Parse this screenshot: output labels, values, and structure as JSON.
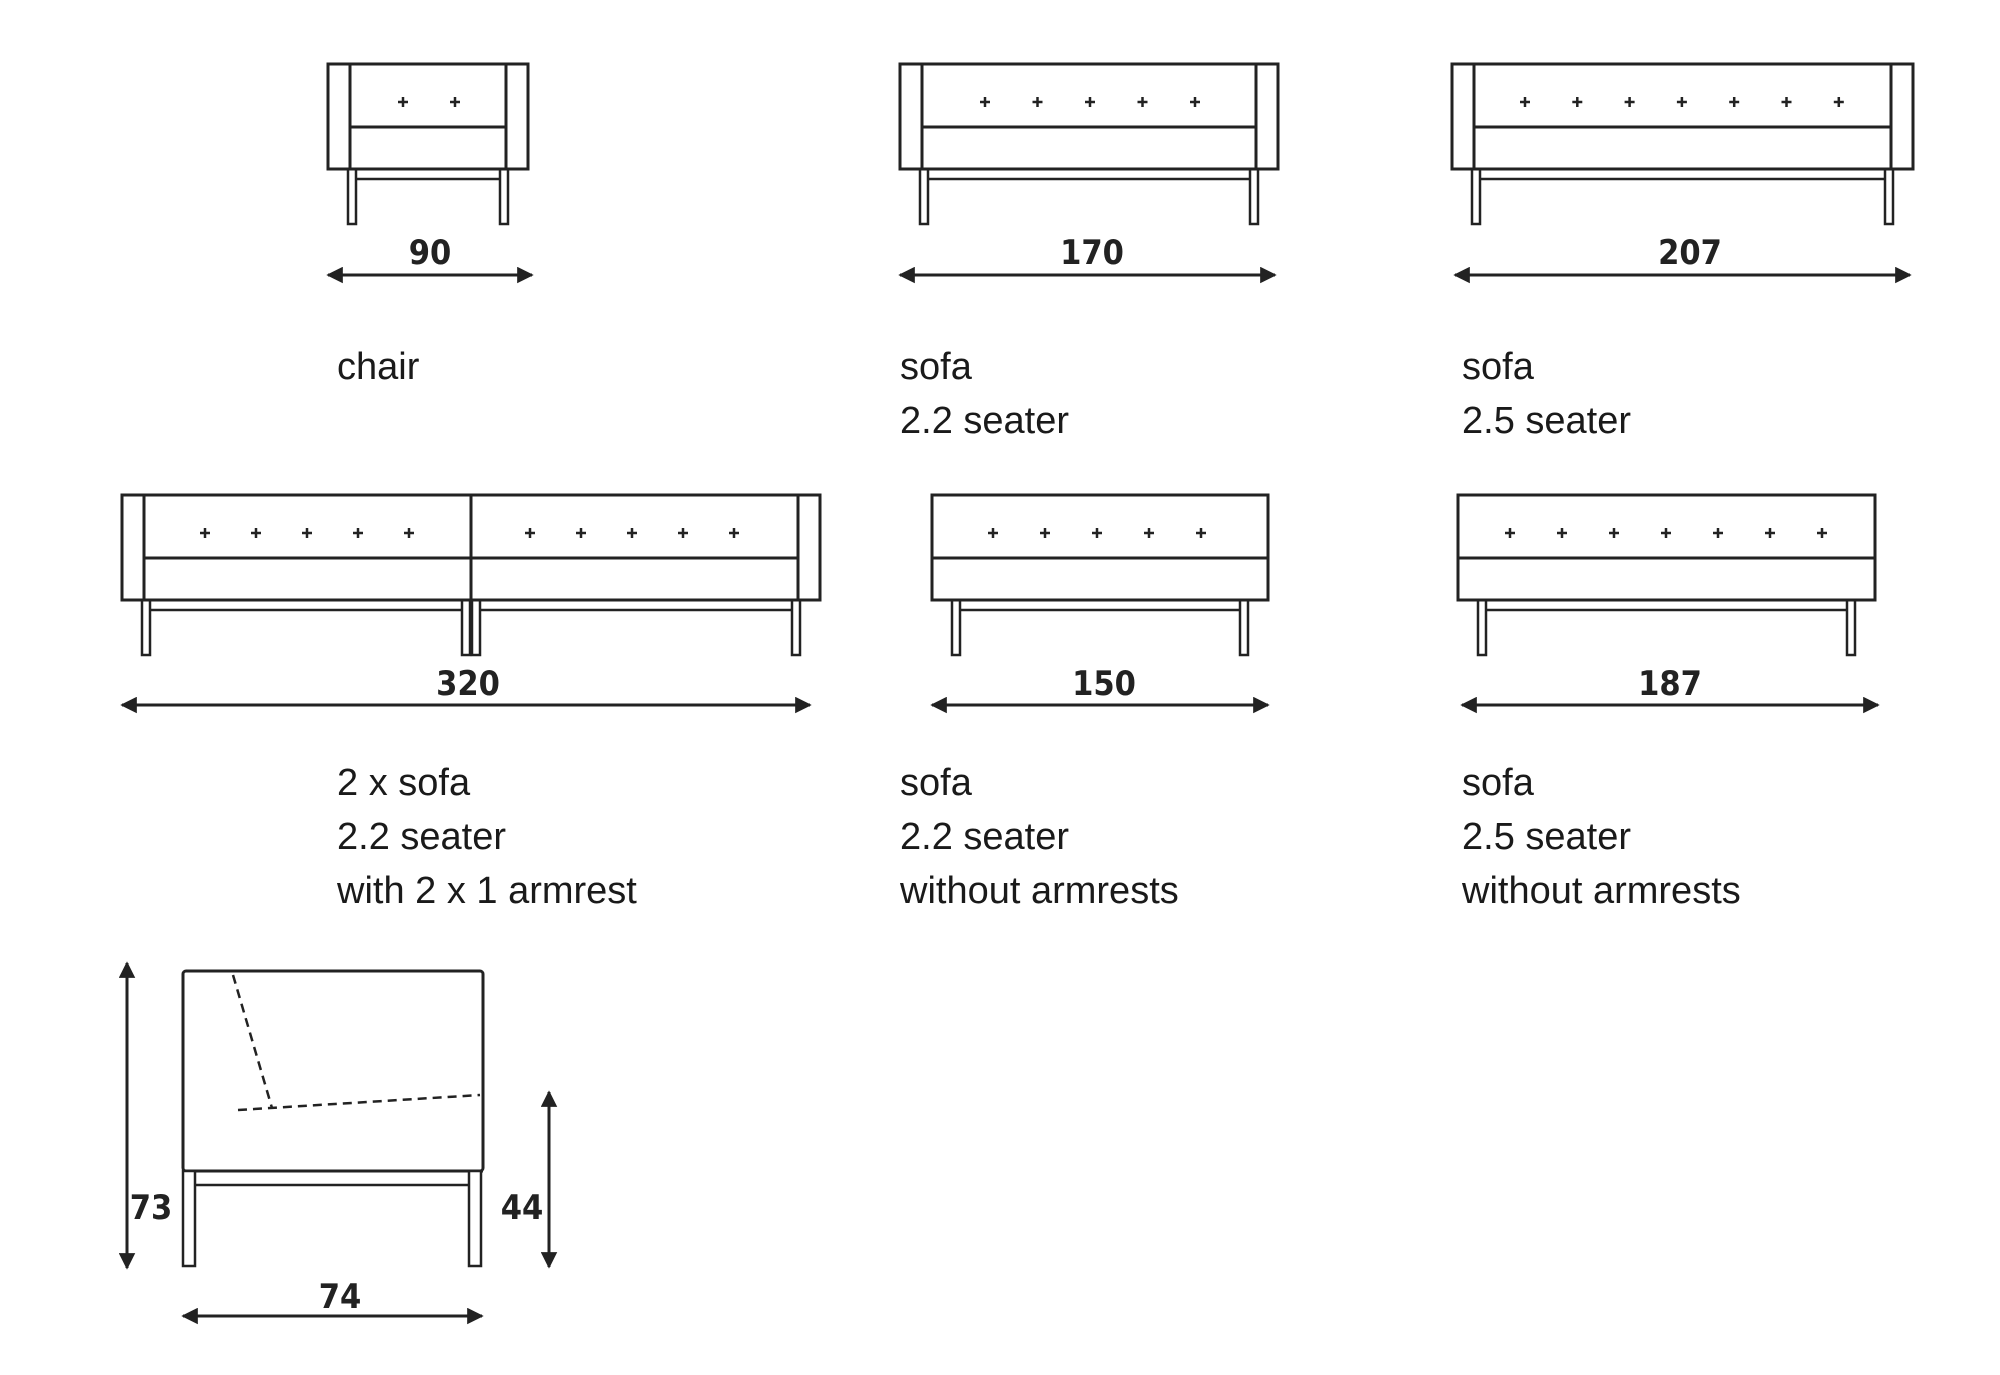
{
  "products": [
    {
      "id": "chair",
      "width": "90",
      "lines": [
        "chair"
      ]
    },
    {
      "id": "sofa-22",
      "width": "170",
      "lines": [
        "sofa",
        "2.2 seater"
      ]
    },
    {
      "id": "sofa-25",
      "width": "207",
      "lines": [
        "sofa",
        "2.5 seater"
      ]
    },
    {
      "id": "double-sofa-22",
      "width": "320",
      "lines": [
        "2 x sofa",
        "2.2 seater",
        "with 2 x 1 armrest"
      ]
    },
    {
      "id": "sofa-22-noarm",
      "width": "150",
      "lines": [
        "sofa",
        "2.2 seater",
        "without armrests"
      ]
    },
    {
      "id": "sofa-25-noarm",
      "width": "187",
      "lines": [
        "sofa",
        "2.5 seater",
        "without armrests"
      ]
    }
  ],
  "side_view": {
    "height": "73",
    "seat_height": "44",
    "depth": "74"
  },
  "colors": {
    "line": "#222222",
    "fill": "#ffffff"
  }
}
